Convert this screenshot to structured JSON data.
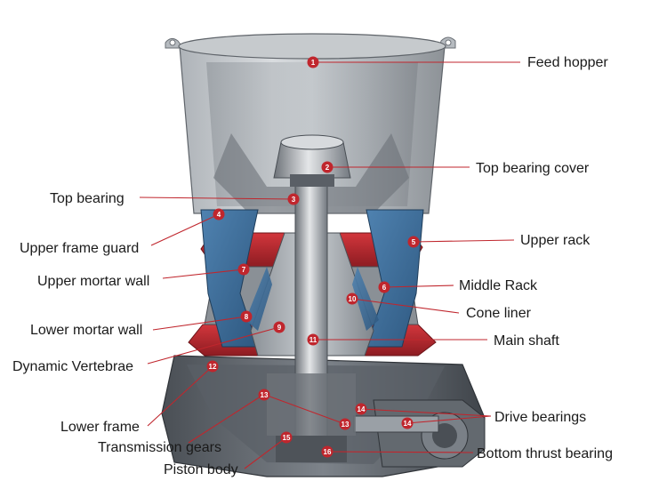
{
  "colors": {
    "accent": "#c0262d",
    "steel_light": "#cfd3d7",
    "steel_mid": "#9aa0a6",
    "steel_dark": "#5b6066",
    "liner_blue": "#3e6e9c",
    "rack_red": "#b8252c",
    "background": "#ffffff",
    "text": "#1a1a1a"
  },
  "parts": [
    {
      "id": "feed-hopper",
      "number": "1",
      "label": "Feed hopper"
    },
    {
      "id": "top-bearing-cover",
      "number": "2",
      "label": "Top bearing cover"
    },
    {
      "id": "top-bearing",
      "number": "3",
      "label": "Top bearing"
    },
    {
      "id": "upper-frame-guard",
      "number": "4",
      "label": "Upper frame guard"
    },
    {
      "id": "upper-rack",
      "number": "5",
      "label": "Upper rack"
    },
    {
      "id": "middle-rack",
      "number": "6",
      "label": "Middle Rack"
    },
    {
      "id": "upper-mortar-wall",
      "number": "7",
      "label": "Upper mortar wall"
    },
    {
      "id": "lower-mortar-wall",
      "number": "8",
      "label": "Lower mortar wall"
    },
    {
      "id": "dynamic-vertebrae",
      "number": "9",
      "label": "Dynamic Vertebrae"
    },
    {
      "id": "cone-liner",
      "number": "10",
      "label": "Cone liner"
    },
    {
      "id": "main-shaft",
      "number": "11",
      "label": "Main shaft"
    },
    {
      "id": "lower-frame",
      "number": "12",
      "label": "Lower frame"
    },
    {
      "id": "transmission-gears",
      "number": "13",
      "label": "Transmission gears"
    },
    {
      "id": "drive-bearings",
      "number": "14",
      "label": "Drive bearings"
    },
    {
      "id": "piston-body",
      "number": "15",
      "label": "Piston body"
    },
    {
      "id": "bottom-thrust-bearing",
      "number": "16",
      "label": "Bottom thrust bearing"
    }
  ],
  "extra_markers": [
    {
      "id": "transmission-gears-2",
      "number": "13"
    },
    {
      "id": "drive-bearings-2",
      "number": "14"
    }
  ]
}
